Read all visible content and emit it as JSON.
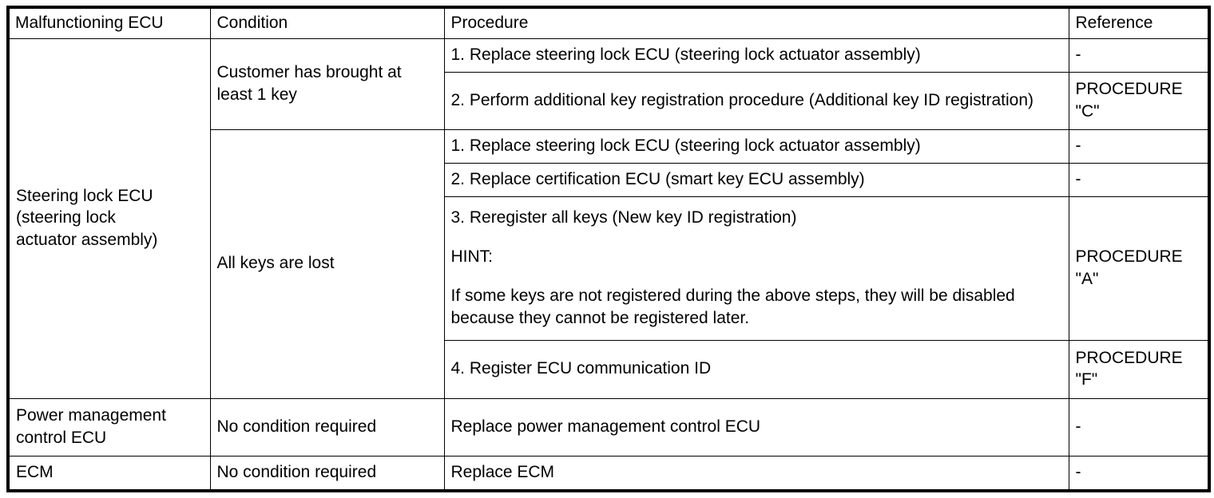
{
  "table": {
    "headers": {
      "ecu": "Malfunctioning ECU",
      "condition": "Condition",
      "procedure": "Procedure",
      "reference": "Reference"
    },
    "groups": [
      {
        "ecu_label_lines": [
          "Steering lock ECU",
          "(steering lock",
          "actuator assembly)"
        ],
        "ecu_label": "Steering lock ECU (steering lock actuator assembly)",
        "conditions": [
          {
            "condition": "Customer has brought at least 1 key",
            "rows": [
              {
                "procedure": "1. Replace steering lock ECU (steering lock actuator assembly)",
                "reference_lines": [
                  "-"
                ]
              },
              {
                "procedure": "2. Perform additional key registration procedure (Additional key ID registration)",
                "reference_lines": [
                  "PROCEDURE",
                  "\"C\""
                ]
              }
            ]
          },
          {
            "condition": "All keys are lost",
            "rows": [
              {
                "procedure": "1. Replace steering lock ECU (steering lock actuator assembly)",
                "reference_lines": [
                  "-"
                ]
              },
              {
                "procedure": "2. Replace certification ECU (smart key ECU assembly)",
                "reference_lines": [
                  "-"
                ]
              },
              {
                "procedure_paragraphs": [
                  "3. Reregister all keys (New key ID registration)",
                  "HINT:",
                  "If some keys are not registered during the above steps, they will be disabled because they cannot be registered later."
                ],
                "reference_lines": [
                  "PROCEDURE",
                  "\"A\""
                ]
              },
              {
                "procedure": "4. Register ECU communication ID",
                "reference_lines": [
                  "PROCEDURE",
                  "\"F\""
                ]
              }
            ]
          }
        ]
      },
      {
        "ecu_label_lines": [
          "Power management",
          "control ECU"
        ],
        "ecu_label": "Power management control ECU",
        "conditions": [
          {
            "condition": "No condition required",
            "rows": [
              {
                "procedure": "Replace power management control ECU",
                "reference_lines": [
                  "-"
                ]
              }
            ]
          }
        ]
      },
      {
        "ecu_label_lines": [
          "ECM"
        ],
        "ecu_label": "ECM",
        "conditions": [
          {
            "condition": "No condition required",
            "rows": [
              {
                "procedure": "Replace ECM",
                "reference_lines": [
                  "-"
                ]
              }
            ]
          }
        ]
      }
    ]
  }
}
